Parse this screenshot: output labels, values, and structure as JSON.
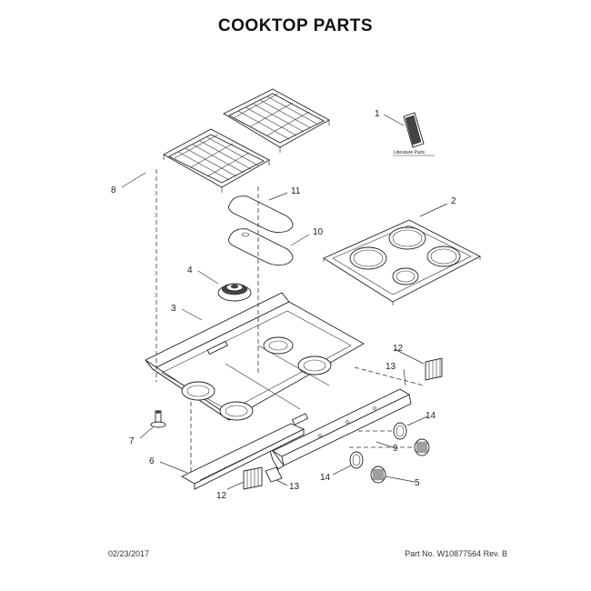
{
  "header": {
    "title": "COOKTOP PARTS"
  },
  "footer": {
    "date": "02/23/2017",
    "part_number": "Part No. W10877564  Rev. B"
  },
  "literature": {
    "label": "Literature Parts"
  },
  "callouts": {
    "c1": "1",
    "c2": "2",
    "c3": "3",
    "c4": "4",
    "c5": "5",
    "c6": "6",
    "c7": "7",
    "c8": "8",
    "c9": "9",
    "c10": "10",
    "c11": "11",
    "c12a": "12",
    "c12b": "12",
    "c13a": "13",
    "c13b": "13",
    "c14a": "14",
    "c14b": "14"
  }
}
